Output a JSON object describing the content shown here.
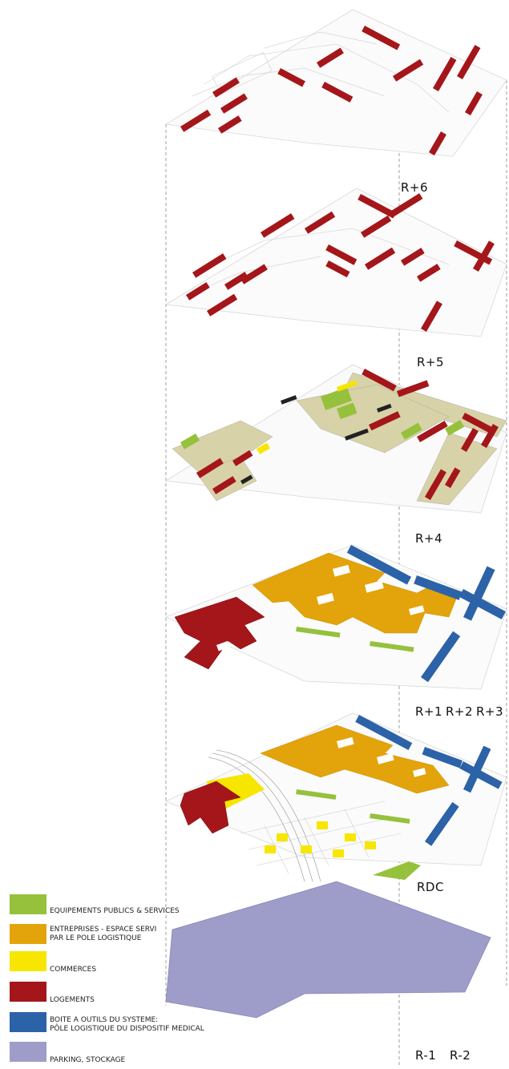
{
  "levels": {
    "r6": "R+6",
    "r5": "R+5",
    "r4": "R+4",
    "r123": [
      "R+1",
      "R+2",
      "R+3"
    ],
    "rdc": "RDC",
    "basement": [
      "R-1",
      "R-2"
    ]
  },
  "legend": [
    {
      "key": "equipements",
      "label": "EQUIPEMENTS PUBLICS & SERVICES",
      "color": "#95c13c"
    },
    {
      "key": "entreprises",
      "label": "ENTREPRISES - ESPACE SERVI\nPAR LE POLE LOGISTIQUE",
      "color": "#e3a30a"
    },
    {
      "key": "commerces",
      "label": "COMMERCES",
      "color": "#f6e600"
    },
    {
      "key": "logements",
      "label": "LOGEMENTS",
      "color": "#a4161a"
    },
    {
      "key": "boite",
      "label": "BOITE A OUTILS DU SYSTEME:\nPÔLE LOGISTIQUE DU DISPOSITIF MEDICAL",
      "color": "#2c62a8"
    },
    {
      "key": "parking",
      "label": "PARKING, STOCKAGE",
      "color": "#9e9dc9"
    }
  ],
  "colors": {
    "logements": "#a4161a",
    "entreprises": "#e3a30a",
    "commerces": "#f6e600",
    "equipements": "#95c13c",
    "boite": "#2c62a8",
    "parking": "#9e9dc9",
    "terrace": "#d8d2a8"
  }
}
